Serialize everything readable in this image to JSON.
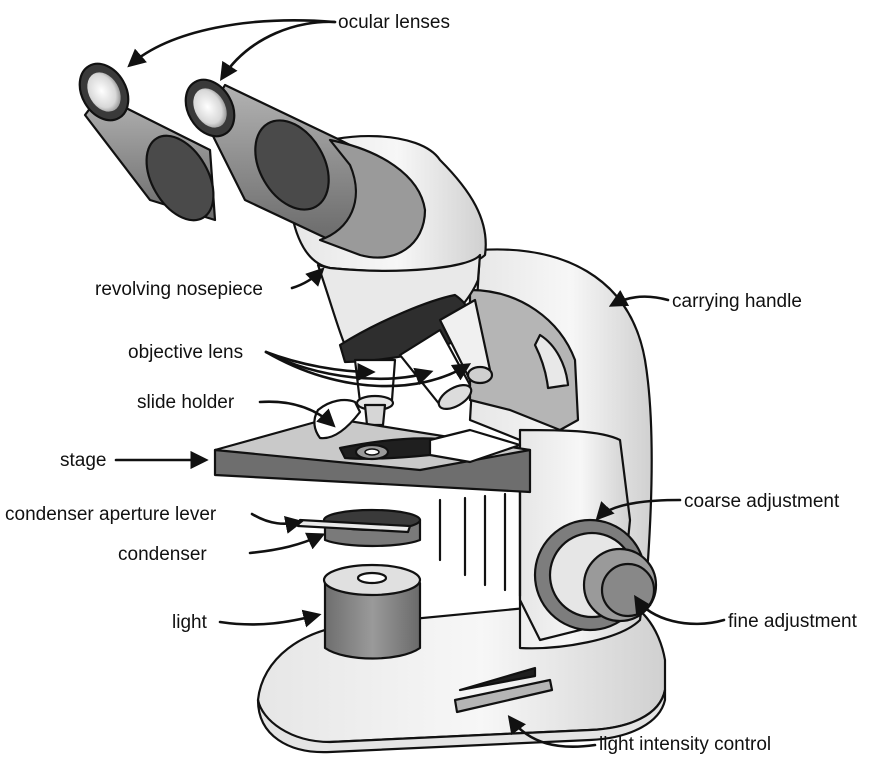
{
  "labels": {
    "ocular_lenses": "ocular lenses",
    "revolving_nosepiece": "revolving nosepiece",
    "carrying_handle": "carrying handle",
    "objective_lens": "objective lens",
    "slide_holder": "slide holder",
    "stage": "stage",
    "coarse_adjustment": "coarse adjustment",
    "condenser_aperture_lever": "condenser aperture lever",
    "condenser": "condenser",
    "light": "light",
    "fine_adjustment": "fine adjustment",
    "light_intensity_control": "light intensity control"
  },
  "colors": {
    "outline": "#111111",
    "body_light": "#f2f2f2",
    "body_mid": "#d9d9d9",
    "tube": "#8c8c8c",
    "dark": "#555555",
    "black": "#222222"
  }
}
